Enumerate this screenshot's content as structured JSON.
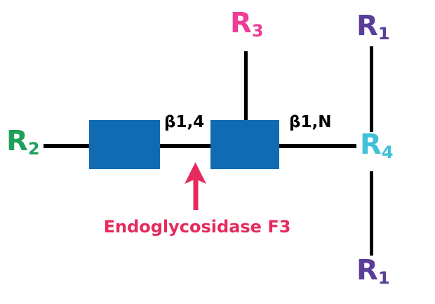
{
  "diagram": {
    "description": "glycan-structure-cleavage-site",
    "background_color": "#ffffff",
    "bond_color": "#000000",
    "sugar": {
      "symbol": "blue-square",
      "color": "#116BB2"
    },
    "residues": {
      "r2": {
        "base": "R",
        "sub": "2",
        "color": "#21A05C"
      },
      "r3": {
        "base": "R",
        "sub": "3",
        "color": "#EE3D96"
      },
      "r1_top": {
        "base": "R",
        "sub": "1",
        "color": "#5A3D99"
      },
      "r4": {
        "base": "R",
        "sub": "4",
        "color": "#3EC1D9"
      },
      "r1_bottom": {
        "base": "R",
        "sub": "1",
        "color": "#5A3D99"
      }
    },
    "linkages": {
      "beta_1_4": "β1,4",
      "beta_1_n": "β1,N"
    },
    "enzyme": {
      "label": "Endoglycosidase F3",
      "color": "#E62A5B"
    },
    "arrow_color": "#E62A5B"
  }
}
